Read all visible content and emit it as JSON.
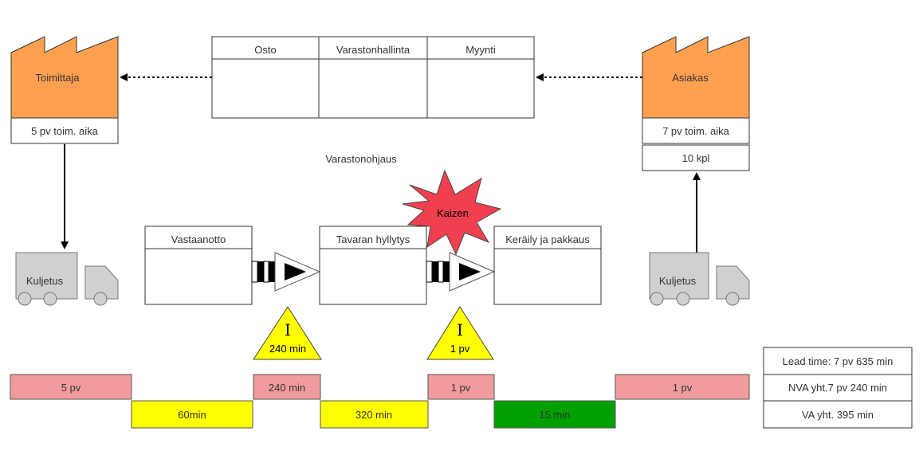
{
  "colors": {
    "factory": "#FFA050",
    "nva": "#F19C9C",
    "wait": "#FFFF00",
    "va": "#00A000",
    "truck": "#D0D0D0",
    "inventory": "#FFFF00",
    "kaizen": "#F04050",
    "outline": "#000000"
  },
  "supplier": {
    "name": "Toimittaja",
    "lead_time": "5 pv toim. aika"
  },
  "customer": {
    "name": "Asiakas",
    "lead_time": "7 pv toim. aika",
    "quantity": "10 kpl"
  },
  "control": {
    "departments": [
      "Osto",
      "Varastonhallinta",
      "Myynti"
    ],
    "label": "Varastonohjaus"
  },
  "trucks": {
    "left": "Kuljetus",
    "right": "Kuljetus"
  },
  "processes": [
    "Vastaanotto",
    "Tavaran hyllytys",
    "Keräily ja pakkaus"
  ],
  "kaizen": "Kaizen",
  "inventories": [
    {
      "symbol": "I",
      "amount": "240 min"
    },
    {
      "symbol": "I",
      "amount": "1 pv"
    }
  ],
  "timeline": {
    "upper": [
      "5 pv",
      "240 min",
      "1 pv",
      "1 pv"
    ],
    "lower": [
      "60min",
      "320 min",
      "15 min"
    ]
  },
  "summary": {
    "lead_time": "Lead time: 7 pv 635 min",
    "nva": "NVA yht.7 pv 240 min",
    "va": "VA yht. 395 min"
  }
}
